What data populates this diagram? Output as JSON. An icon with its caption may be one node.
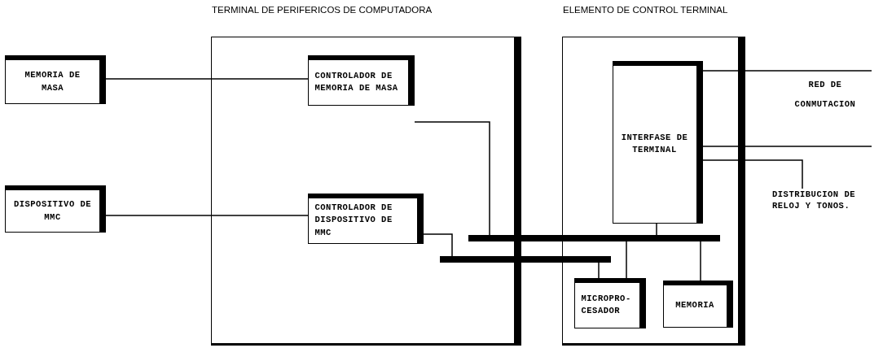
{
  "diagram": {
    "nodes": [
      {
        "text": [
          "TERMINAL DE PERIFERICOS DE COMPUTADORA"
        ]
      },
      {
        "text": [
          "ELEMENTO DE CONTROL TERMINAL"
        ]
      },
      {
        "text": [
          "MEMORIA DE MASA"
        ]
      },
      {
        "text": [
          "DISPOSITIVO DE MMC"
        ]
      },
      {
        "text": [
          "CONTROLADOR DE MEMORIA DE MASA"
        ],
        "in": 0
      },
      {
        "text": [
          "CONTROLADOR DE DISPOSITIVO DE MMC"
        ],
        "in": 0
      },
      {
        "text": [
          "INTERFASE DE TERMINAL"
        ],
        "in": 1
      },
      {
        "text": [
          "MICROPRO- CESADOR"
        ],
        "in": 1
      },
      {
        "text": [
          "MEMORIA"
        ],
        "in": 1
      },
      {
        "text": [],
        "shape": "bar"
      },
      {
        "text": [],
        "shape": "bar"
      },
      {
        "text": [
          "DISTRIBUCION DE RELOJ Y TONOS."
        ]
      }
    ],
    "edges": [
      {
        "from": 2,
        "to": 4,
        "arrow": "none"
      },
      {
        "from": 4,
        "to": 9,
        "arrow": "none"
      },
      {
        "from": 3,
        "to": 5,
        "arrow": "none"
      },
      {
        "from": 5,
        "to": 10,
        "arrow": "none"
      },
      {
        "from": 6,
        "to": 9,
        "arrow": "none"
      },
      {
        "from": 9,
        "to": 7,
        "arrow": "none"
      },
      {
        "from": 9,
        "to": 8,
        "arrow": "none"
      },
      {
        "from": 10,
        "to": 7,
        "arrow": "none"
      },
      {
        "from": 6,
        "to": null,
        "arrow": "none"
      },
      {
        "from": 6,
        "to": null,
        "arrow": "none"
      },
      {
        "from": 6,
        "to": 11,
        "arrow": "none"
      }
    ],
    "labels": [
      "RED DE CONMUTACION"
    ]
  }
}
